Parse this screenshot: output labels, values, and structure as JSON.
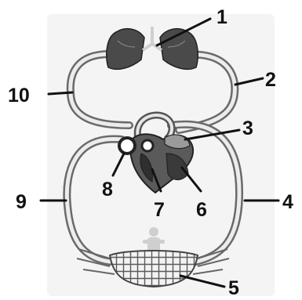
{
  "diagram": {
    "labels": [
      {
        "id": "1",
        "text": "1"
      },
      {
        "id": "2",
        "text": "2"
      },
      {
        "id": "3",
        "text": "3"
      },
      {
        "id": "4",
        "text": "4"
      },
      {
        "id": "5",
        "text": "5"
      },
      {
        "id": "6",
        "text": "6"
      },
      {
        "id": "7",
        "text": "7"
      },
      {
        "id": "8",
        "text": "8"
      },
      {
        "id": "9",
        "text": "9"
      },
      {
        "id": "10",
        "text": "10"
      }
    ]
  }
}
